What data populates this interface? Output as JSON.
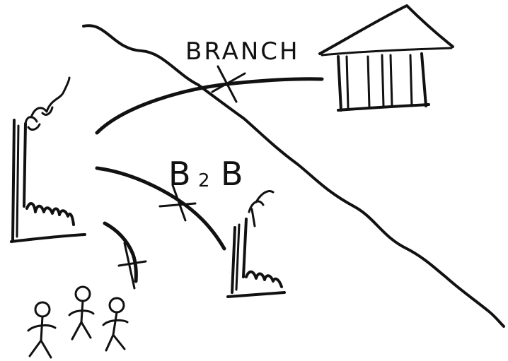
{
  "labels": {
    "branch": "BRANCH",
    "b2b_first": "B",
    "b2b_middle": "2",
    "b2b_last": "B"
  }
}
